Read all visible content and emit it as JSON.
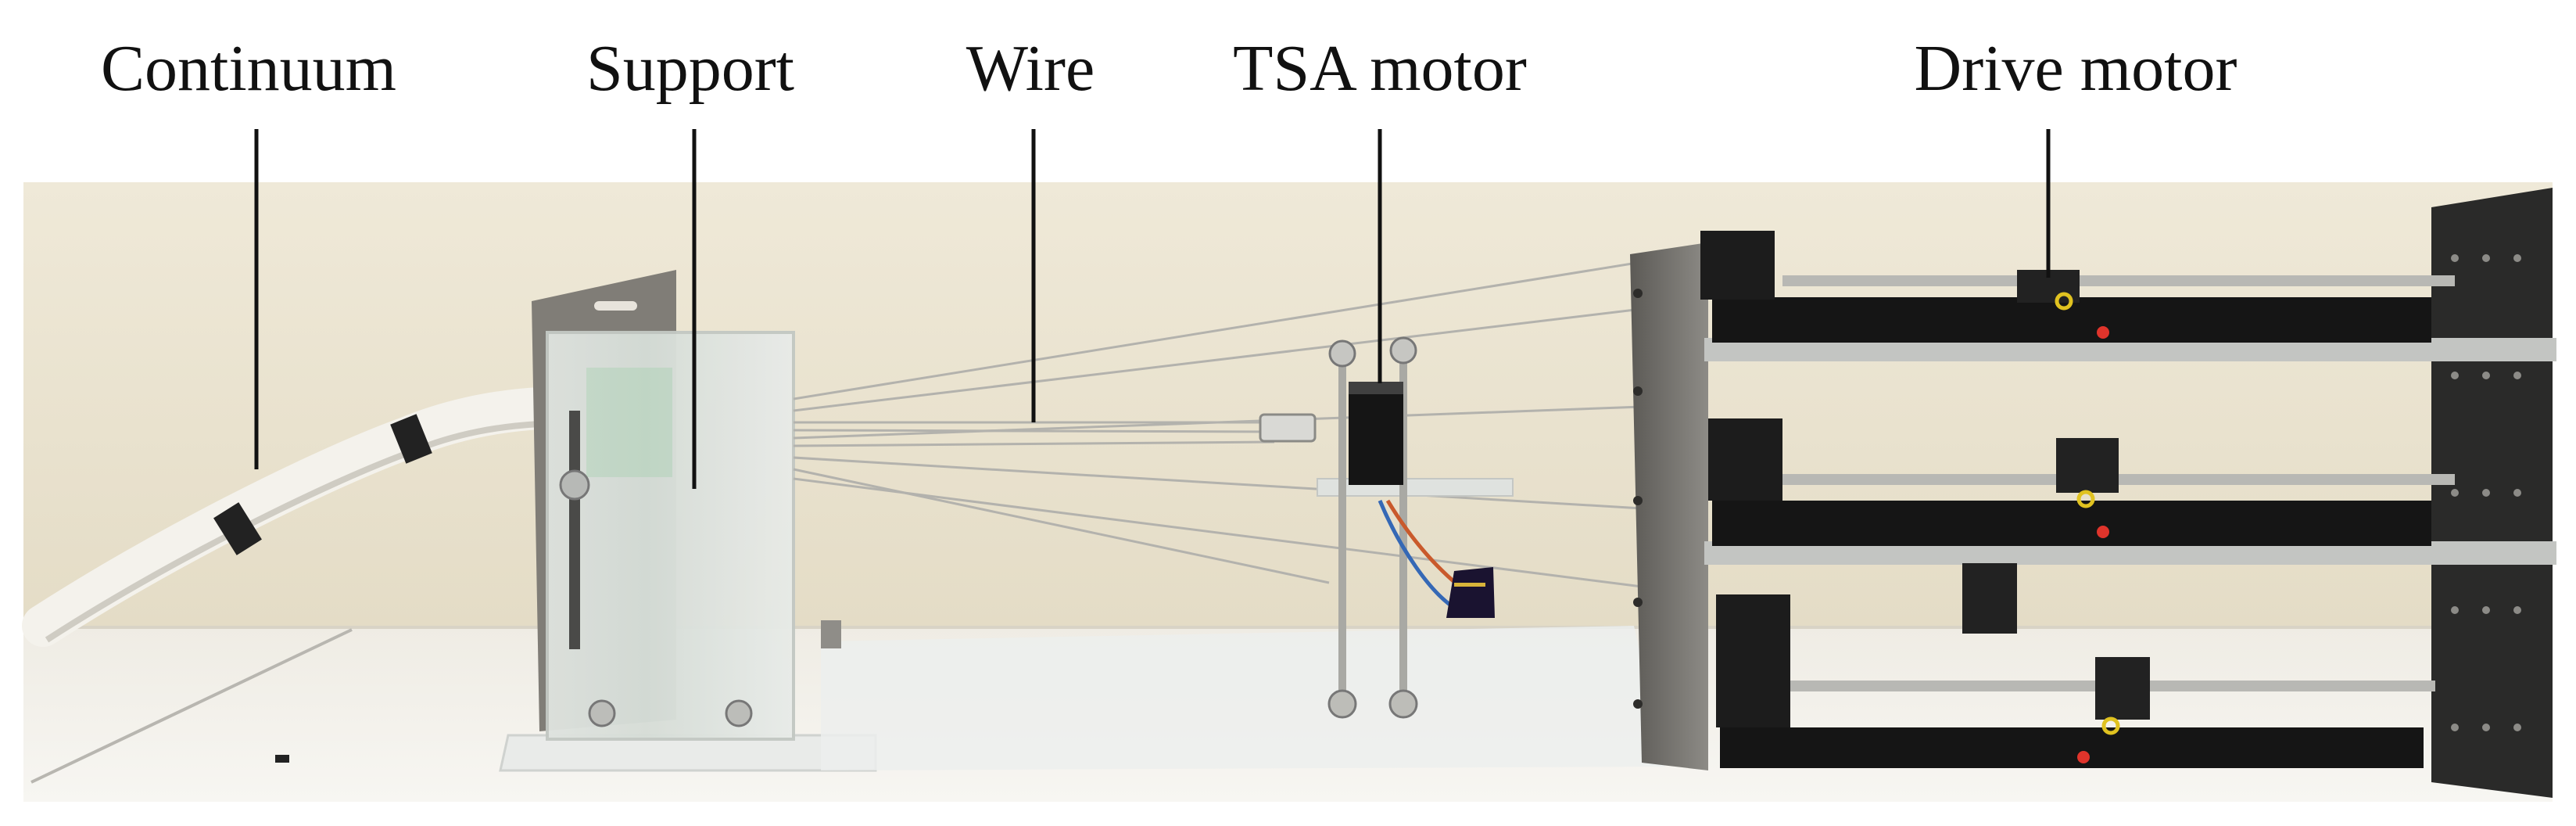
{
  "labels": {
    "continuum": "Continuum",
    "support": "Support",
    "wire": "Wire",
    "tsa_motor": "TSA motor",
    "drive_motor": "Drive motor"
  },
  "colors": {
    "wall": "#ece5d2",
    "floor": "#f1efe8",
    "tube": "#f3f1ea",
    "band": "#222222",
    "steel": "#7c7a74",
    "acrylic": "#e6e9e6",
    "rail": "#141414",
    "rod": "#b9b9b4",
    "leader": "#111111"
  }
}
